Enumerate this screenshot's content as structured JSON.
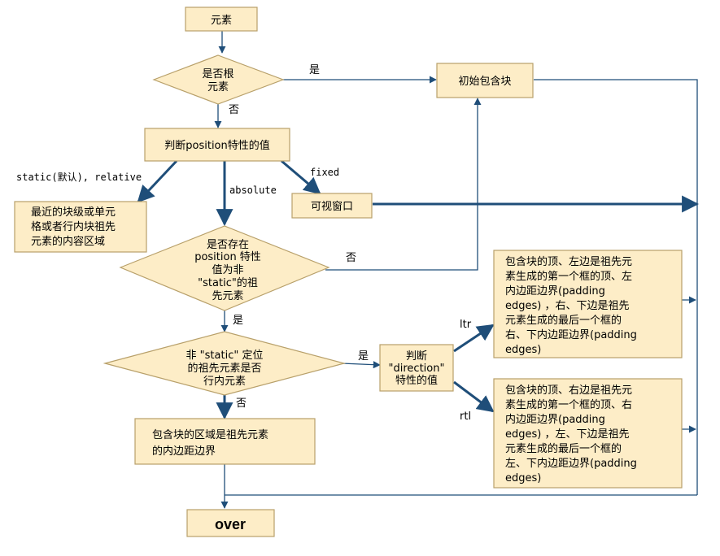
{
  "nodes": {
    "start": "元素",
    "is_root": [
      "是否根",
      "元素"
    ],
    "initial_block": "初始包含块",
    "check_position": "判断position特性的值",
    "static_result": [
      "最近的块级或单元",
      "格或者行内块祖先",
      "元素的内容区域"
    ],
    "viewport": "可视窗口",
    "has_positioned_ancestor": [
      "是否存在",
      "position 特性",
      "值为非",
      "\"static\"的祖",
      "先元素"
    ],
    "ancestor_inline": [
      "非 \"static\" 定位",
      "的祖先元素是否",
      "行内元素"
    ],
    "check_direction": [
      "判断",
      "\"direction\"",
      "特性的值"
    ],
    "ltr_result": [
      "包含块的顶、左边是祖先元",
      "素生成的第一个框的顶、左",
      "内边距边界(padding",
      "edges) ，右、下边是祖先",
      "元素生成的最后一个框的",
      "右、下内边距边界(padding",
      "edges)"
    ],
    "rtl_result": [
      "包含块的顶、右边是祖先元",
      "素生成的第一个框的顶、右",
      "内边距边界(padding",
      "edges) ，左、下边是祖先",
      "元素生成的最后一个框的",
      "左、下内边距边界(padding",
      "edges)"
    ],
    "padding_area": [
      "包含块的区域是祖先元素",
      "的内边距边界"
    ],
    "end": "over"
  },
  "edges": {
    "root_yes": "是",
    "root_no": "否",
    "static_relative": "static(默认), relative",
    "absolute": "absolute",
    "fixed": "fixed",
    "ancestor_no": "否",
    "ancestor_yes": "是",
    "inline_yes": "是",
    "inline_no": "否",
    "ltr": "ltr",
    "rtl": "rtl"
  },
  "colors": {
    "node_fill": "#fdedc7",
    "node_stroke": "#b8a06a",
    "arrow": "#1f4e79"
  }
}
